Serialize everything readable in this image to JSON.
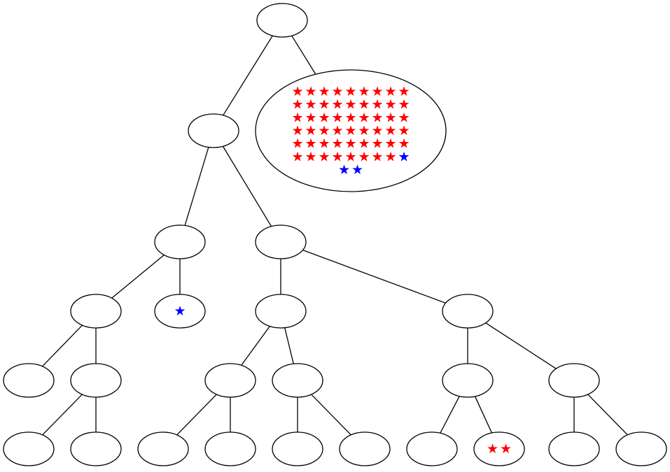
{
  "colors": {
    "red": "#ff0000",
    "blue": "#0000ff",
    "line": "#000000",
    "fill": "#ffffff"
  },
  "star_glyph": "★",
  "nodes": [
    {
      "id": "n0",
      "red": 0,
      "blue": 0
    },
    {
      "id": "n1",
      "red": 0,
      "blue": 0
    },
    {
      "id": "n2",
      "red": 53,
      "blue": 3
    },
    {
      "id": "n3",
      "red": 0,
      "blue": 0
    },
    {
      "id": "n4",
      "red": 0,
      "blue": 0
    },
    {
      "id": "n5",
      "red": 0,
      "blue": 0
    },
    {
      "id": "n6",
      "red": 0,
      "blue": 1
    },
    {
      "id": "n7",
      "red": 0,
      "blue": 0
    },
    {
      "id": "n8",
      "red": 0,
      "blue": 0
    },
    {
      "id": "n9",
      "red": 0,
      "blue": 0
    },
    {
      "id": "n10",
      "red": 0,
      "blue": 0
    },
    {
      "id": "n11",
      "red": 0,
      "blue": 0
    },
    {
      "id": "n12",
      "red": 0,
      "blue": 0
    },
    {
      "id": "n13",
      "red": 0,
      "blue": 0
    },
    {
      "id": "n14",
      "red": 0,
      "blue": 0
    },
    {
      "id": "n15",
      "red": 0,
      "blue": 0
    },
    {
      "id": "n16",
      "red": 0,
      "blue": 0
    },
    {
      "id": "n17",
      "red": 0,
      "blue": 0
    },
    {
      "id": "n18",
      "red": 0,
      "blue": 0
    },
    {
      "id": "n19",
      "red": 0,
      "blue": 0
    },
    {
      "id": "n20",
      "red": 0,
      "blue": 0
    },
    {
      "id": "n21",
      "red": 0,
      "blue": 0
    },
    {
      "id": "n22",
      "red": 2,
      "blue": 0
    },
    {
      "id": "n23",
      "red": 0,
      "blue": 0
    },
    {
      "id": "n24",
      "red": 0,
      "blue": 0
    }
  ],
  "edges": [
    [
      "n0",
      "n1"
    ],
    [
      "n0",
      "n2"
    ],
    [
      "n1",
      "n3"
    ],
    [
      "n1",
      "n4"
    ],
    [
      "n3",
      "n5"
    ],
    [
      "n3",
      "n6"
    ],
    [
      "n4",
      "n7"
    ],
    [
      "n4",
      "n8"
    ],
    [
      "n5",
      "n9"
    ],
    [
      "n5",
      "n10"
    ],
    [
      "n7",
      "n11"
    ],
    [
      "n7",
      "n12"
    ],
    [
      "n8",
      "n13"
    ],
    [
      "n8",
      "n14"
    ],
    [
      "n10",
      "n15"
    ],
    [
      "n10",
      "n16"
    ],
    [
      "n11",
      "n17"
    ],
    [
      "n11",
      "n18"
    ],
    [
      "n12",
      "n19"
    ],
    [
      "n12",
      "n20"
    ],
    [
      "n13",
      "n21"
    ],
    [
      "n13",
      "n22"
    ],
    [
      "n14",
      "n23"
    ],
    [
      "n14",
      "n24"
    ]
  ]
}
